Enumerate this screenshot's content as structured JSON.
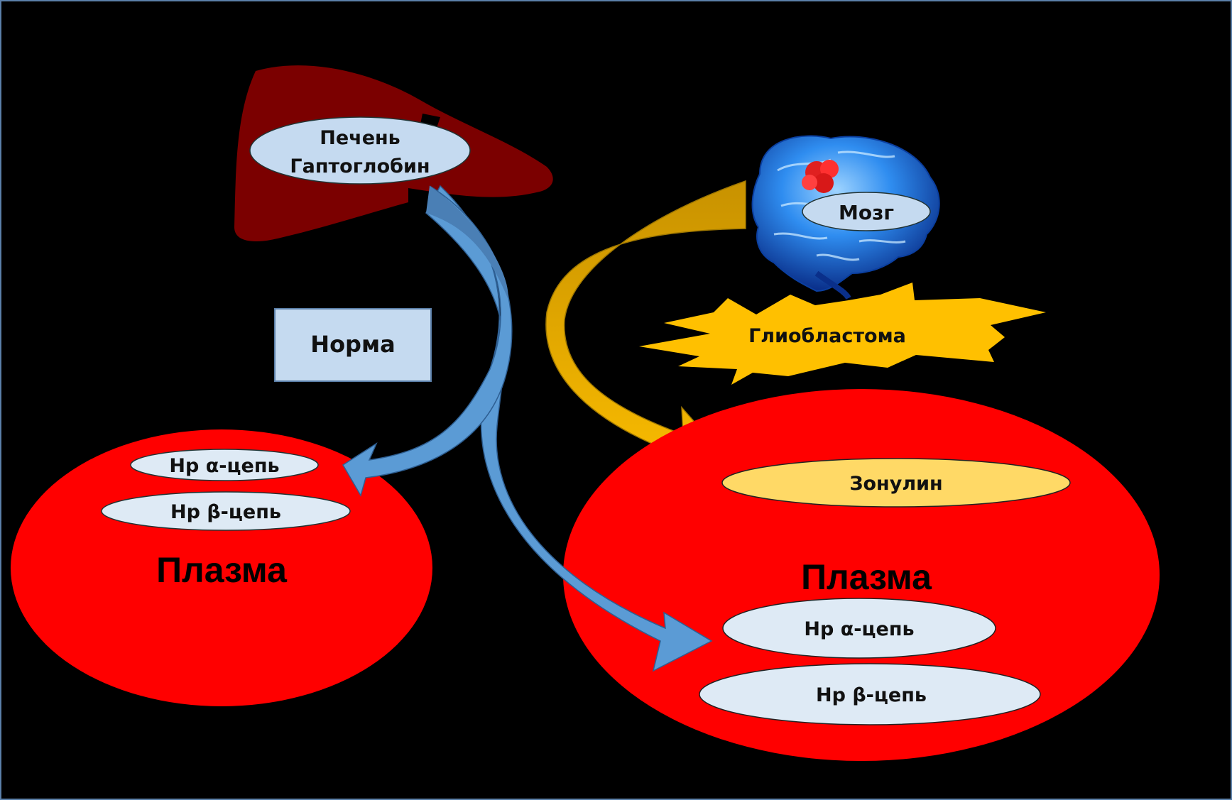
{
  "liver": {
    "line1": "Печень",
    "line2": "Гаптоглобин"
  },
  "norm_label": "Норма",
  "brain_label": "Мозг",
  "tumor_label": "Глиобластома",
  "left_plasma": {
    "title": "Плазма",
    "alpha": "Hp α-цепь",
    "beta": "Hp β-цепь"
  },
  "right_plasma": {
    "title": "Плазма",
    "zonulin": "Зонулин",
    "alpha": "Hp α-цепь",
    "beta": "Hp β-цепь"
  },
  "colors": {
    "background": "#000000",
    "liver": "#7b0000",
    "plasma": "#ff0000",
    "label_fill": "#c5daf0",
    "blue_arrow": "#4f86c0",
    "gold_arrow": "#ffc000",
    "zonulin": "#ffd966",
    "brain": "#1e78e6"
  }
}
